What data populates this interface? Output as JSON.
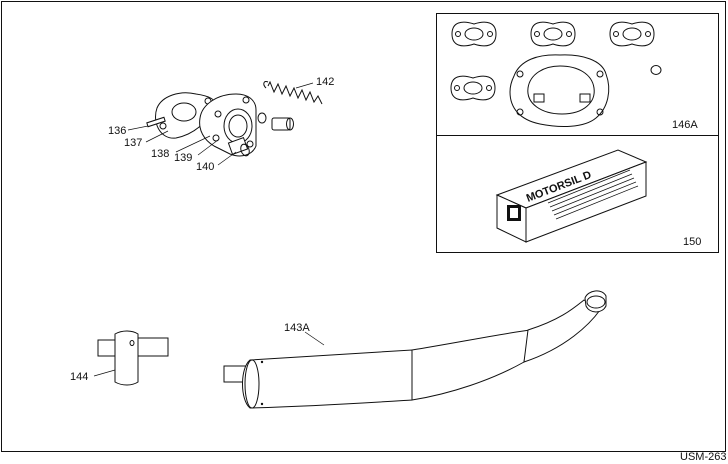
{
  "figure_id": "USM-263",
  "labels": {
    "l136": "136",
    "l137": "137",
    "l138": "138",
    "l139": "139",
    "l140": "140",
    "l142": "142",
    "l143A": "143A",
    "l144": "144",
    "l146A": "146A",
    "l150": "150"
  },
  "package_text": "MOTORSIL D"
}
